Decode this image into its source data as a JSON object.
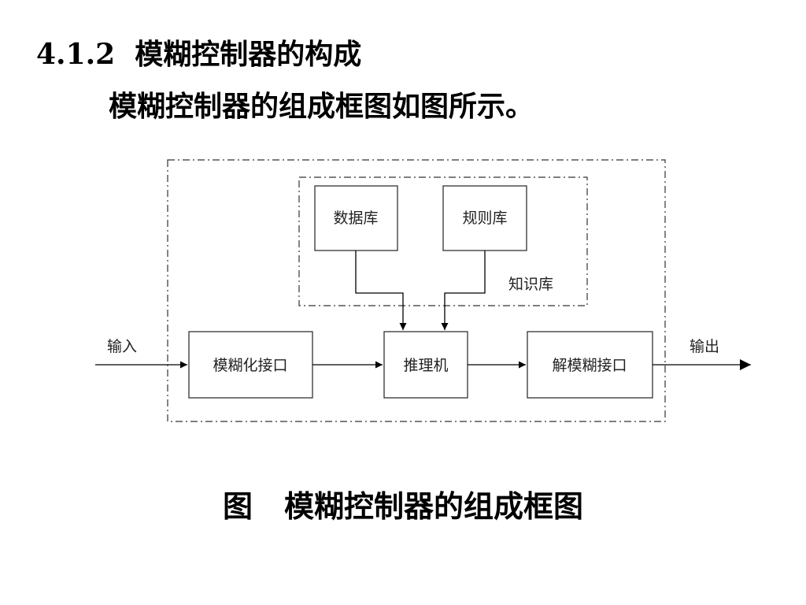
{
  "heading": {
    "number": "4.1.2",
    "title": "模糊控制器的构成"
  },
  "intro": "模糊控制器的组成框图如图所示。",
  "diagram": {
    "blocks": {
      "database": "数据库",
      "rulebase": "规则库",
      "knowledge_base": "知识库",
      "fuzzification": "模糊化接口",
      "inference": "推理机",
      "defuzzification": "解模糊接口"
    },
    "signals": {
      "input": "输入",
      "output": "输出"
    }
  },
  "caption": {
    "label": "图",
    "title": "模糊控制器的组成框图"
  }
}
